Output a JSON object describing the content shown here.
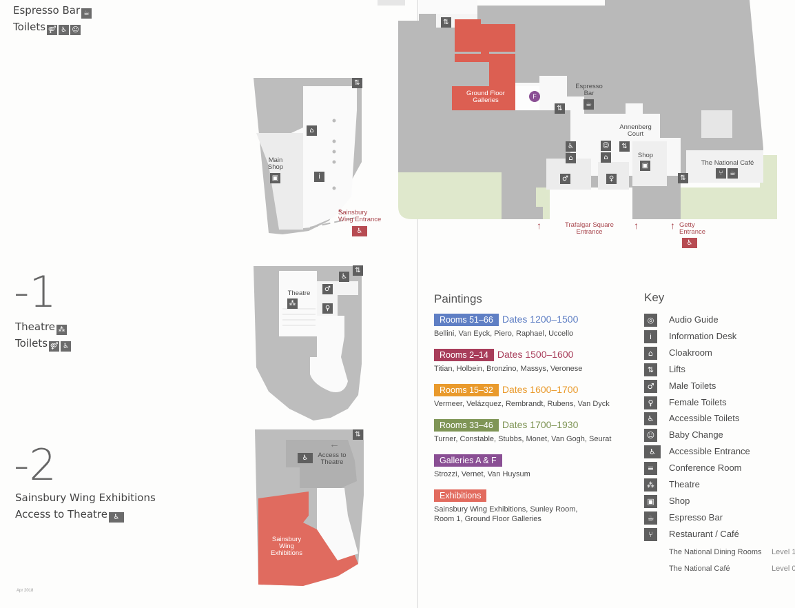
{
  "levels": {
    "top": {
      "line1": "Espresso Bar",
      "line2": "Toilets"
    },
    "minus1": {
      "number": "-1",
      "line1": "Theatre",
      "line2": "Toilets"
    },
    "minus2": {
      "number": "-2",
      "line1": "Sainsbury Wing Exhibitions",
      "line2": "Access to Theatre"
    }
  },
  "map_labels": {
    "main_shop": "Main\nShop",
    "sainsbury_entrance": "Sainsbury\nWing Entrance",
    "ground_floor_galleries": "Ground Floor\nGalleries",
    "gallery_f": "F",
    "espresso_bar": "Espresso\nBar",
    "annenberg_court": "Annenberg\nCourt",
    "shop": "Shop",
    "national_cafe": "The National Café",
    "trafalgar_entrance": "Trafalgar Square\nEntrance",
    "getty_entrance": "Getty\nEntrance",
    "theatre": "Theatre",
    "access_to_theatre": "Access to\nTheatre",
    "sainsbury_exhibitions": "Sainsbury\nWing\nExhibitions"
  },
  "paintings": {
    "title": "Paintings",
    "groups": [
      {
        "rooms": "Rooms 51–66",
        "dates": "Dates 1200–1500",
        "artists": "Bellini, Van Eyck, Piero, Raphael, Uccello",
        "color": "#5f7fc4"
      },
      {
        "rooms": "Rooms 2–14",
        "dates": "Dates 1500–1600",
        "artists": "Titian, Holbein, Bronzino, Massys, Veronese",
        "color": "#a83d5a"
      },
      {
        "rooms": "Rooms 15–32",
        "dates": "Dates 1600–1700",
        "artists": "Vermeer, Velázquez, Rembrandt, Rubens, Van Dyck",
        "color": "#e99a2c"
      },
      {
        "rooms": "Rooms 33–46",
        "dates": "Dates 1700–1930",
        "artists": "Turner, Constable, Stubbs, Monet, Van Gogh, Seurat",
        "color": "#7f9556"
      },
      {
        "rooms": "Galleries A & F",
        "dates": "",
        "artists": "Strozzi, Vernet, Van Huysum",
        "color": "#8a4f94"
      },
      {
        "rooms": "Exhibitions",
        "dates": "",
        "artists": "Sainsbury Wing Exhibitions, Sunley Room,\nRoom 1, Ground Floor Galleries",
        "color": "#e26b5e"
      }
    ]
  },
  "key": {
    "title": "Key",
    "items": [
      {
        "label": "Audio Guide",
        "icon": "audio-guide-icon"
      },
      {
        "label": "Information Desk",
        "icon": "information-desk-icon"
      },
      {
        "label": "Cloakroom",
        "icon": "cloakroom-icon"
      },
      {
        "label": "Lifts",
        "icon": "lifts-icon"
      },
      {
        "label": "Male Toilets",
        "icon": "male-toilets-icon"
      },
      {
        "label": "Female Toilets",
        "icon": "female-toilets-icon"
      },
      {
        "label": "Accessible Toilets",
        "icon": "accessible-toilets-icon"
      },
      {
        "label": "Baby Change",
        "icon": "baby-change-icon"
      },
      {
        "label": "Accessible Entrance",
        "icon": "accessible-entrance-icon"
      },
      {
        "label": "Conference Room",
        "icon": "conference-room-icon"
      },
      {
        "label": "Theatre",
        "icon": "theatre-icon"
      },
      {
        "label": "Shop",
        "icon": "shop-icon"
      },
      {
        "label": "Espresso Bar",
        "icon": "espresso-bar-icon"
      },
      {
        "label": "Restaurant / Café",
        "icon": "restaurant-cafe-icon"
      }
    ],
    "restaurants": [
      {
        "name": "The National Dining Rooms",
        "level": "Level 1"
      },
      {
        "name": "The National Café",
        "level": "Level 0"
      }
    ]
  },
  "footer": {
    "date": "Apr 2018"
  },
  "colors": {
    "building": "#b9b9b9",
    "exhibition": "#e06b5f",
    "ground_galleries": "#de5f52",
    "garden": "#dfe8cc",
    "entrance_red": "#b34850",
    "icon": "#5f5f5f"
  }
}
